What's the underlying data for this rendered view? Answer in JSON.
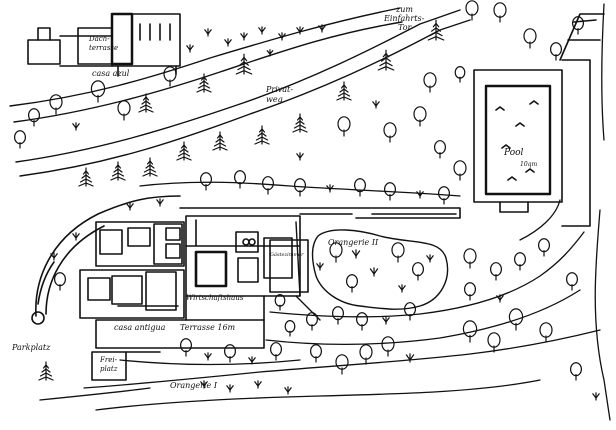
{
  "map": {
    "labels": {
      "dachterrasse": "Dach-\nterrasse",
      "casa_azul": "casa azul",
      "zum_einfahrts_tor": "zum\nEinfahrts-\nTor",
      "privatweg": "Privat-\nweg",
      "pool": "Pool",
      "pool_size": "10qm",
      "orangerie_ii": "Orangerie II",
      "wirtschaftshaus": "Wirtschaftshaus",
      "casa_antigua": "casa antigua",
      "terrasse": "Terrasse 16m",
      "parkplatz": "Parkplatz",
      "freiplatz": "Frei-\nplatz",
      "orangerie_i": "Orangerie I",
      "gaestezimmer": "Gästezimmer"
    },
    "colors": {
      "ink": "#111111",
      "paper": "#ffffff"
    }
  }
}
